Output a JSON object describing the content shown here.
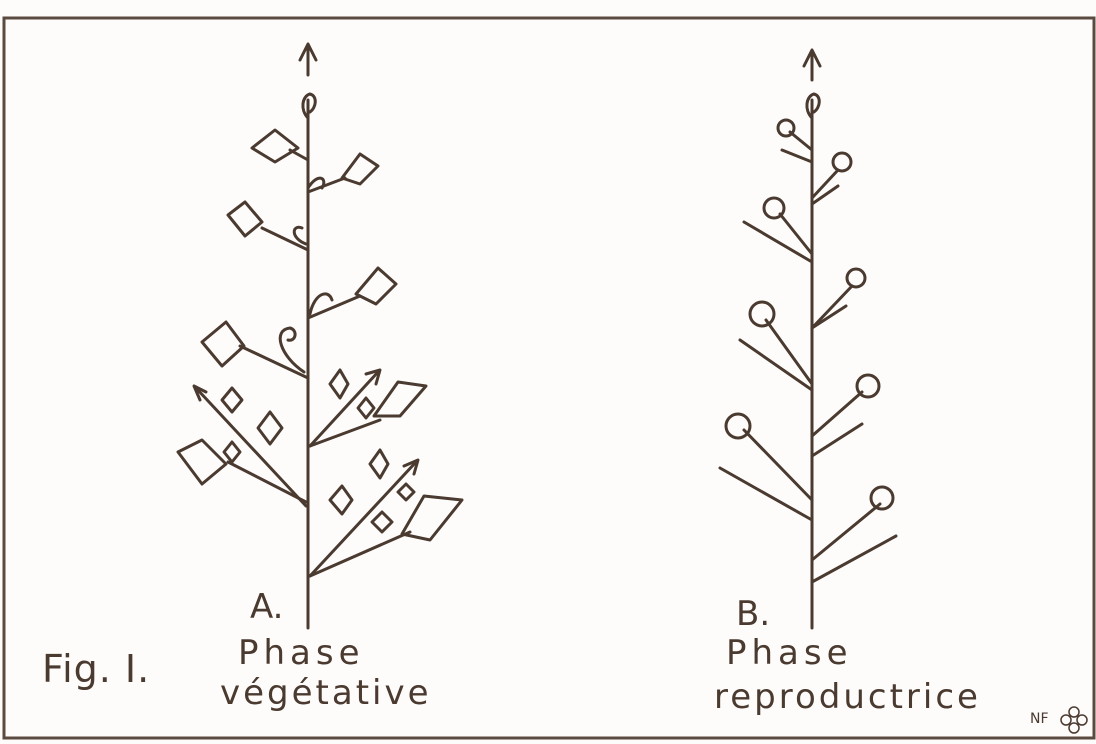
{
  "figure": {
    "caption": "Fig. I.",
    "panel_a": {
      "letter": "A.",
      "line1": "Phase",
      "line2": "végétative"
    },
    "panel_b": {
      "letter": "B.",
      "line1": "Phase",
      "line2": "reproductrice"
    },
    "signature": "NF"
  },
  "colors": {
    "ink": "#4a3a30",
    "paper": "#fdfcfa"
  },
  "icons": [
    "growth-arrow-icon",
    "leaf-icon",
    "flower-icon",
    "bract-icon",
    "flower-signature-icon"
  ]
}
